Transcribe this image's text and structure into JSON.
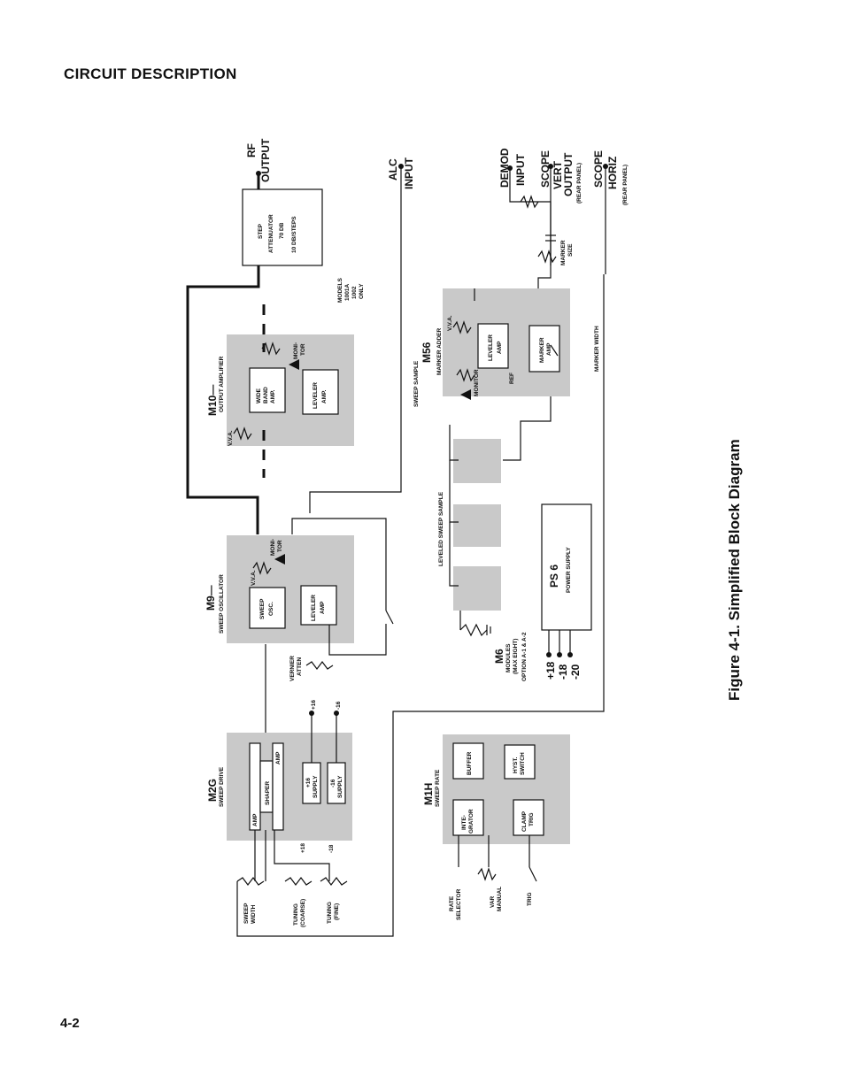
{
  "header": {
    "title": "CIRCUIT DESCRIPTION"
  },
  "footer": {
    "page_number": "4-2"
  },
  "caption": "Figure 4-1. Simplified Block Diagram",
  "diagram": {
    "io": {
      "rf": "RF",
      "output": "OUTPUT",
      "alc": "ALC",
      "input": "INPUT",
      "demod": "DEMOD",
      "demod_input": "INPUT",
      "scope_vert": "SCOPE",
      "vert": "VERT",
      "vert_output": "OUTPUT",
      "rear_panel_1": "(REAR PANEL)",
      "scope_horiz": "SCOPE",
      "horiz": "HORIZ",
      "rear_panel_2": "(REAR PANEL)",
      "marker_size": "MARKER",
      "marker_size_2": "SIZE"
    },
    "step_attenuator": {
      "line1": "STEP",
      "line2": "ATTENUATOR",
      "line3": "70 DB",
      "line4": "10 DB/STEPS"
    },
    "models_note": {
      "line1": "MODELS",
      "line2": "1001A",
      "line3": "1002",
      "line4": "ONLY"
    },
    "m10": {
      "id": "M10—",
      "name": "OUTPUT AMPLIFIER",
      "wide_band_1": "WIDE",
      "wide_band_2": "BAND",
      "wide_band_3": "AMP.",
      "leveler_1": "LEVELER",
      "leveler_2": "AMP.",
      "monitor_1": "MONI-",
      "monitor_2": "TOR",
      "vva": "V.V.A."
    },
    "m9": {
      "id": "M9—",
      "name": "SWEEP OSCILLATOR",
      "osc_1": "SWEEP",
      "osc_2": "OSC.",
      "leveler_1": "LEVELER",
      "leveler_2": "AMP",
      "monitor_1": "MONI-",
      "monitor_2": "TOR",
      "vva": "V.V.A.",
      "vernier_1": "VERNIER",
      "vernier_2": "ATTEN"
    },
    "m2g": {
      "id": "M2G",
      "name": "SWEEP DRIVE",
      "amp": "AMP",
      "shaper": "SHAPER",
      "supply16": "+16",
      "supply16b": "SUPPLY",
      "supplym16": "-16",
      "supplym16b": "SUPPLY",
      "plus18": "+18",
      "minus18": "-18",
      "out16": "+16",
      "outm16": "-16"
    },
    "controls": {
      "sweep_width_1": "SWEEP",
      "sweep_width_2": "WIDTH",
      "tuning_coarse_1": "TUNING",
      "tuning_coarse_2": "(COARSE)",
      "tuning_fine_1": "TUNING",
      "tuning_fine_2": "(FINE)"
    },
    "m1h": {
      "id": "M1H",
      "name": "SWEEP RATE",
      "integrator_1": "INTE-",
      "integrator_2": "GRATOR",
      "buffer": "BUFFER",
      "clamp_1": "CLAMP",
      "clamp_2": "TRIG",
      "hyst_1": "HYST.",
      "hyst_2": "SWITCH",
      "rate_1": "RATE",
      "rate_2": "SELECTOR",
      "var_1": "VAR",
      "var_2": "MANUAL",
      "trig": "TRIG"
    },
    "m56": {
      "id": "M56",
      "name": "MARKER ADDER",
      "leveler_1": "LEVELER",
      "leveler_2": "AMP",
      "marker_1": "MARKER",
      "marker_2": "AMP",
      "monitor": "MONITOR",
      "ref": "REF",
      "vva": "V.V.A.",
      "marker_width": "MARKER WIDTH"
    },
    "m6": {
      "id": "M6",
      "line1": "MODULES",
      "line2": "(MAX EIGHT)",
      "line3": "OPTION A-1 & A-2",
      "sweep_sample": "SWEEP SAMPLE",
      "leveled_sweep_sample": "LEVELED SWEEP SAMPLE"
    },
    "ps6": {
      "id": "PS 6",
      "name": "POWER SUPPLY",
      "v1": "+18",
      "v2": "-18",
      "v3": "-20"
    }
  }
}
